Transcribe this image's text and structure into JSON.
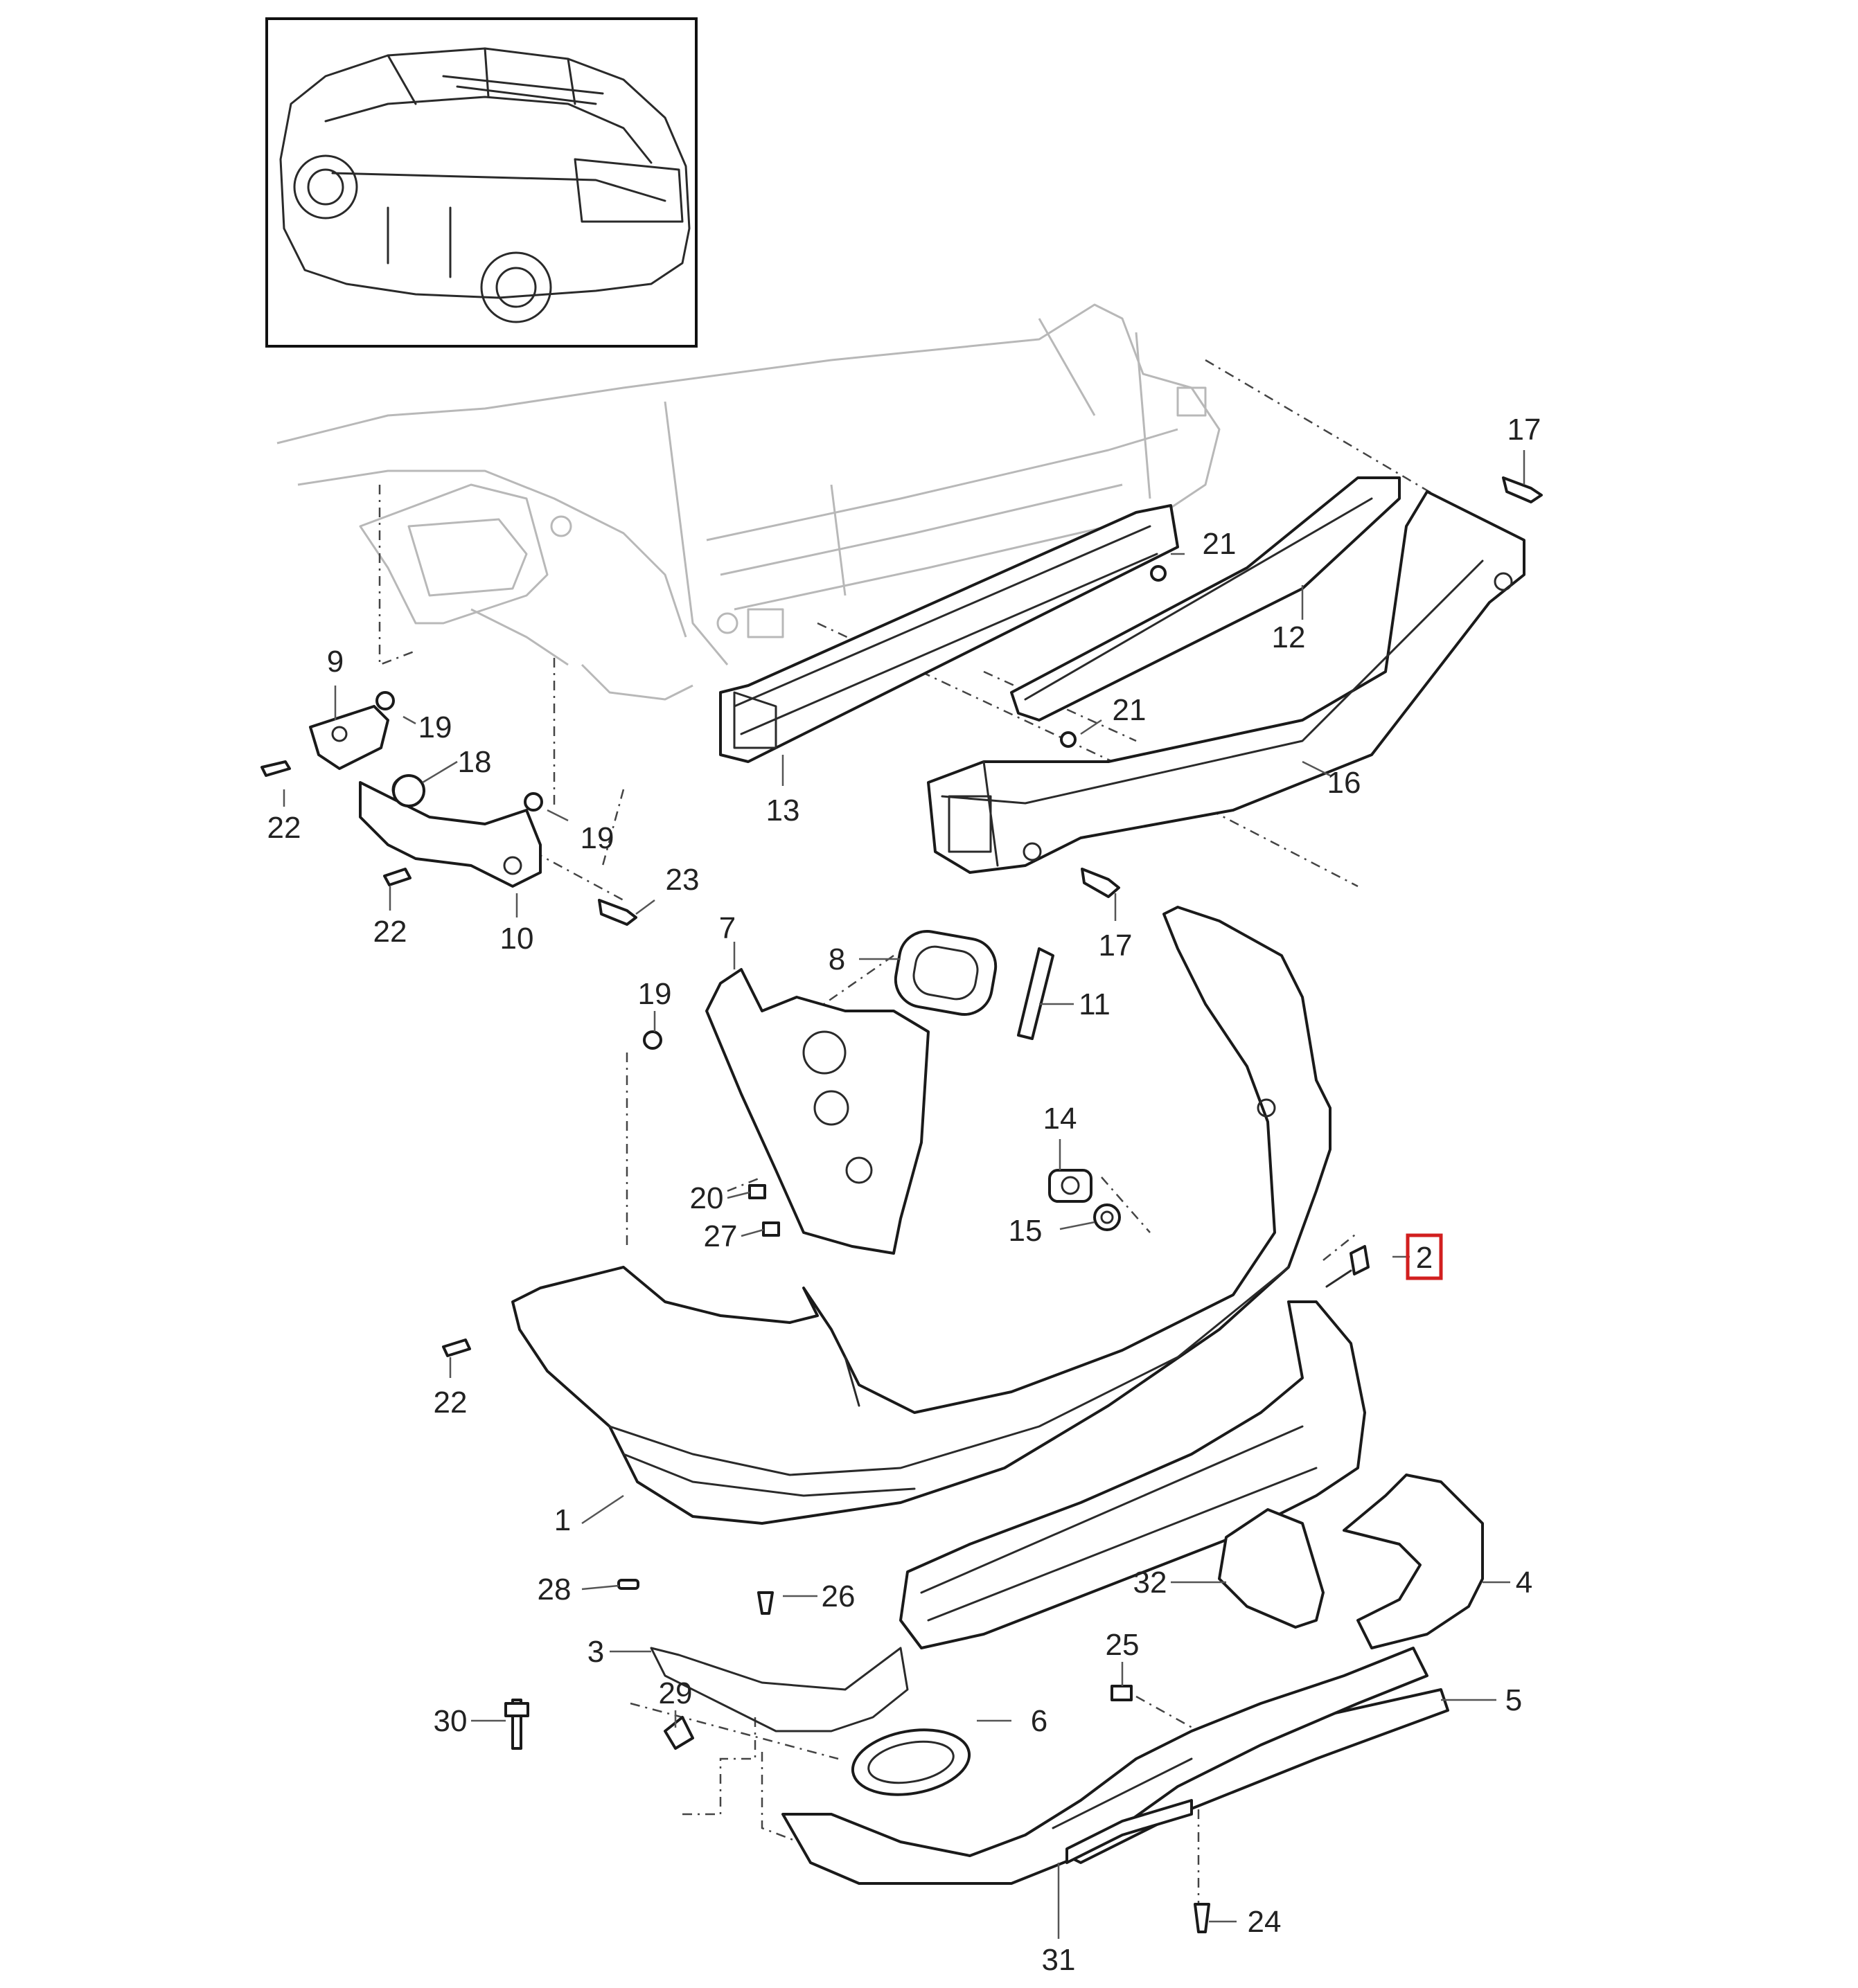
{
  "diagram": {
    "highlight_color": "#d21f1f",
    "callouts": [
      {
        "id": "c1",
        "label": "1"
      },
      {
        "id": "c2",
        "label": "2",
        "highlighted": true
      },
      {
        "id": "c3",
        "label": "3"
      },
      {
        "id": "c4",
        "label": "4"
      },
      {
        "id": "c5",
        "label": "5"
      },
      {
        "id": "c6",
        "label": "6"
      },
      {
        "id": "c7",
        "label": "7"
      },
      {
        "id": "c8",
        "label": "8"
      },
      {
        "id": "c9",
        "label": "9"
      },
      {
        "id": "c10",
        "label": "10"
      },
      {
        "id": "c11",
        "label": "11"
      },
      {
        "id": "c12",
        "label": "12"
      },
      {
        "id": "c13",
        "label": "13"
      },
      {
        "id": "c14",
        "label": "14"
      },
      {
        "id": "c15",
        "label": "15"
      },
      {
        "id": "c16",
        "label": "16"
      },
      {
        "id": "c17a",
        "label": "17"
      },
      {
        "id": "c17b",
        "label": "17"
      },
      {
        "id": "c18",
        "label": "18"
      },
      {
        "id": "c19a",
        "label": "19"
      },
      {
        "id": "c19b",
        "label": "19"
      },
      {
        "id": "c19c",
        "label": "19"
      },
      {
        "id": "c20",
        "label": "20"
      },
      {
        "id": "c21a",
        "label": "21"
      },
      {
        "id": "c21b",
        "label": "21"
      },
      {
        "id": "c22a",
        "label": "22"
      },
      {
        "id": "c22b",
        "label": "22"
      },
      {
        "id": "c22c",
        "label": "22"
      },
      {
        "id": "c23",
        "label": "23"
      },
      {
        "id": "c24",
        "label": "24"
      },
      {
        "id": "c25",
        "label": "25"
      },
      {
        "id": "c26",
        "label": "26"
      },
      {
        "id": "c27",
        "label": "27"
      },
      {
        "id": "c28",
        "label": "28"
      },
      {
        "id": "c29",
        "label": "29"
      },
      {
        "id": "c30",
        "label": "30"
      },
      {
        "id": "c31",
        "label": "31"
      },
      {
        "id": "c32",
        "label": "32"
      }
    ]
  }
}
